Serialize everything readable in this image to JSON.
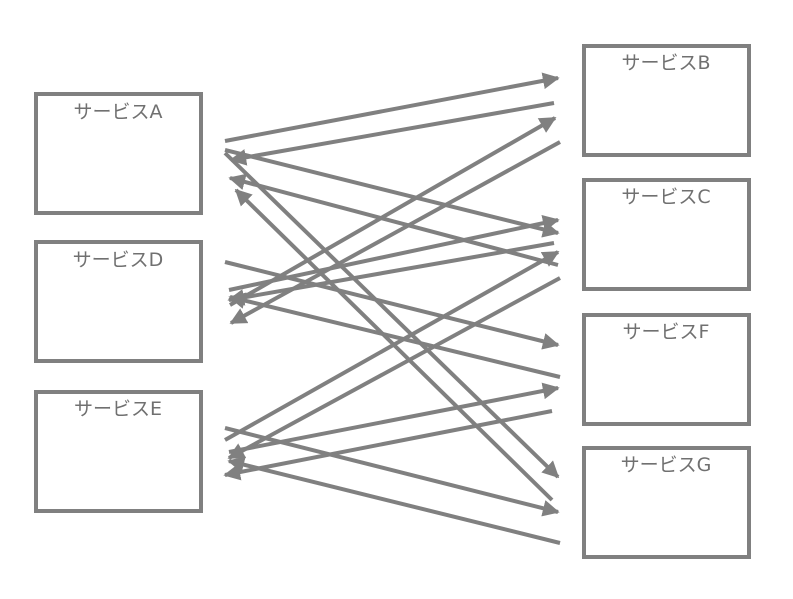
{
  "colors": {
    "stroke": "#808080",
    "label": "#707070",
    "background": "#ffffff"
  },
  "boxes": [
    {
      "id": "A",
      "label": "サービスA"
    },
    {
      "id": "D",
      "label": "サービスD"
    },
    {
      "id": "E",
      "label": "サービスE"
    },
    {
      "id": "B",
      "label": "サービスB"
    },
    {
      "id": "C",
      "label": "サービスC"
    },
    {
      "id": "F",
      "label": "サービスF"
    },
    {
      "id": "G",
      "label": "サービスG"
    }
  ],
  "connections": [
    {
      "from": "A",
      "to": "B"
    },
    {
      "from": "B",
      "to": "A"
    },
    {
      "from": "A",
      "to": "C"
    },
    {
      "from": "C",
      "to": "A"
    },
    {
      "from": "A",
      "to": "G"
    },
    {
      "from": "G",
      "to": "A"
    },
    {
      "from": "D",
      "to": "B"
    },
    {
      "from": "B",
      "to": "D"
    },
    {
      "from": "D",
      "to": "C"
    },
    {
      "from": "C",
      "to": "D"
    },
    {
      "from": "D",
      "to": "F"
    },
    {
      "from": "F",
      "to": "D"
    },
    {
      "from": "E",
      "to": "C"
    },
    {
      "from": "C",
      "to": "E"
    },
    {
      "from": "E",
      "to": "F"
    },
    {
      "from": "F",
      "to": "E"
    },
    {
      "from": "E",
      "to": "G"
    },
    {
      "from": "G",
      "to": "E"
    }
  ]
}
